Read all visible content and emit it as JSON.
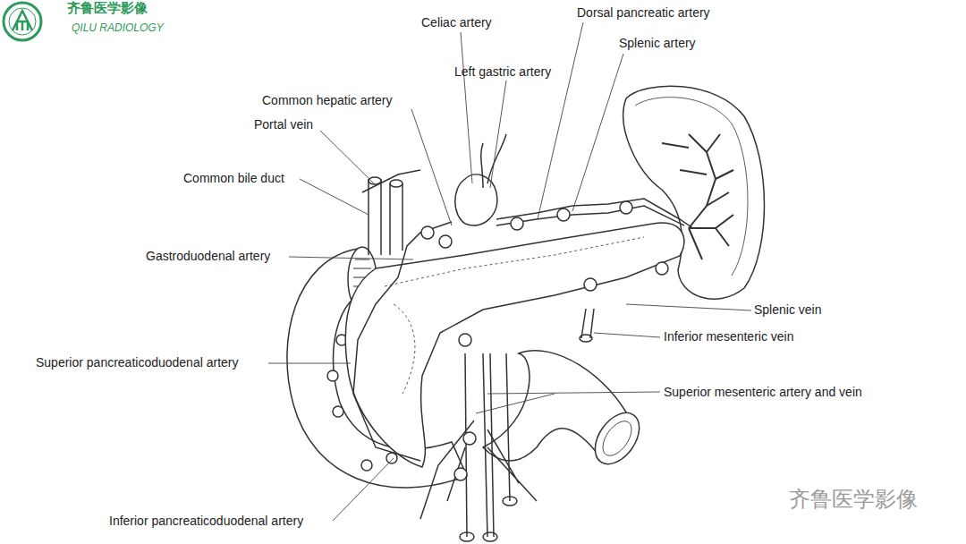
{
  "diagram": {
    "labels": [
      "齐鲁医学影像",
      "QILU RADIOLOGY",
      "Celiac artery",
      "Dorsal pancreatic artery",
      "Splenic artery",
      "Left gastric artery",
      "Common hepatic artery",
      "Portal vein",
      "Common bile duct",
      "Gastroduodenal artery",
      "Splenic vein",
      "Inferior mesenteric vein",
      "Superior pancreaticoduodenal artery",
      "Superior mesenteric artery and vein",
      "Inferior pancreaticoduodenal artery",
      "齐鲁医学影像"
    ]
  }
}
